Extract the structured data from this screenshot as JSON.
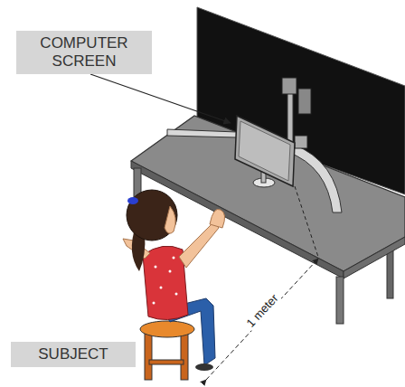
{
  "diagram": {
    "nodes": [
      {
        "text": [
          "COMPUTER SCREEN"
        ]
      },
      {
        "text": [
          "SUBJECT"
        ]
      }
    ],
    "labels": [
      "1 meter"
    ]
  }
}
